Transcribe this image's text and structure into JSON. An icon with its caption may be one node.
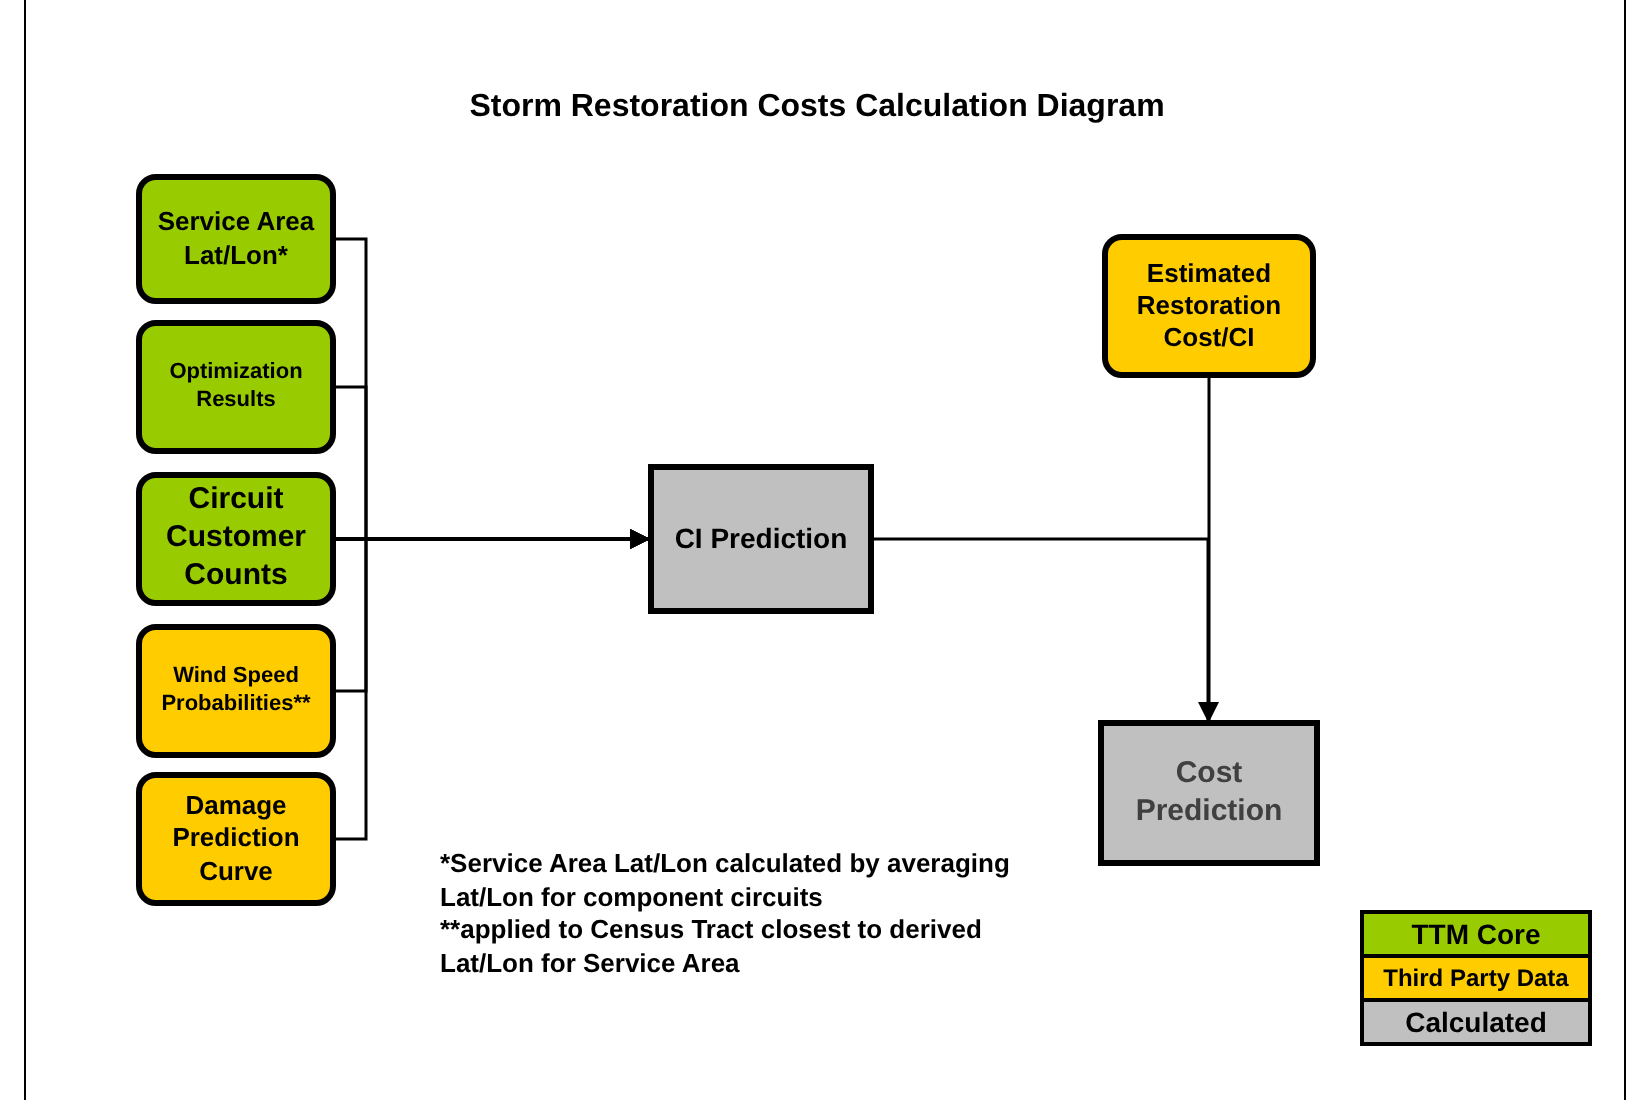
{
  "diagram": {
    "title": "Storm Restoration Costs Calculation Diagram",
    "nodes": [
      {
        "text": [
          "Service Area Lat/Lon*"
        ]
      },
      {
        "text": [
          "Optimization Results"
        ]
      },
      {
        "text": [
          "Circuit Customer Counts"
        ]
      },
      {
        "text": [
          "Wind Speed Probabilities**"
        ]
      },
      {
        "text": [
          "Damage Prediction Curve"
        ]
      },
      {
        "text": [
          "CI Prediction"
        ]
      },
      {
        "text": [
          "Estimated Restoration Cost/CI"
        ]
      },
      {
        "text": [
          "Cost Prediction"
        ]
      }
    ],
    "edges": [
      {
        "from": 0,
        "to": 5,
        "arrow": "to"
      },
      {
        "from": 1,
        "to": 5,
        "arrow": "to"
      },
      {
        "from": 2,
        "to": 5,
        "arrow": "to"
      },
      {
        "from": 3,
        "to": 5,
        "arrow": "to"
      },
      {
        "from": 4,
        "to": 5,
        "arrow": "to"
      },
      {
        "from": 5,
        "to": 7,
        "arrow": "to"
      },
      {
        "from": 6,
        "to": 7,
        "arrow": "to"
      }
    ],
    "labels": [
      "*Service Area Lat/Lon calculated by averaging Lat/Lon for component circuits",
      "**applied to Census Tract closest to derived Lat/Lon for Service Area"
    ],
    "legend": [
      {
        "text": "TTM Core",
        "color": "#99cc00"
      },
      {
        "text": "Third Party Data",
        "color": "#ffcc00"
      },
      {
        "text": "Calculated",
        "color": "#c0c0c0"
      }
    ]
  }
}
